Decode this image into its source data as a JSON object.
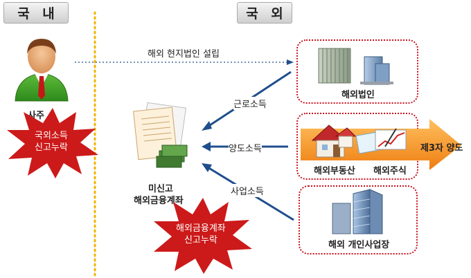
{
  "header": {
    "domestic": "국 내",
    "overseas": "국 외"
  },
  "person": {
    "label": "사주"
  },
  "flows": {
    "establish": "해외 현지법인 설립",
    "labor_income": "근로소득",
    "transfer_income": "양도소득",
    "business_income": "사업소득"
  },
  "account": {
    "line1": "미신고",
    "line2": "해외금융계좌"
  },
  "bursts": {
    "left": {
      "line1": "국외소득",
      "line2": "신고누락"
    },
    "bottom": {
      "line1": "해외금융계좌",
      "line2": "신고누락"
    }
  },
  "boxes": {
    "corporation": "해외법인",
    "real_estate": "해외부동산",
    "stock": "해외주식",
    "business_site": "해외 개인사업장"
  },
  "third_party": "제3자 양도",
  "colors": {
    "burst_red": "#cc1a1a",
    "box_border": "#c8101c",
    "flow_arrow": "#1f4e8c",
    "orange_bar": "#f39a1e",
    "divider": "#f2b400"
  }
}
